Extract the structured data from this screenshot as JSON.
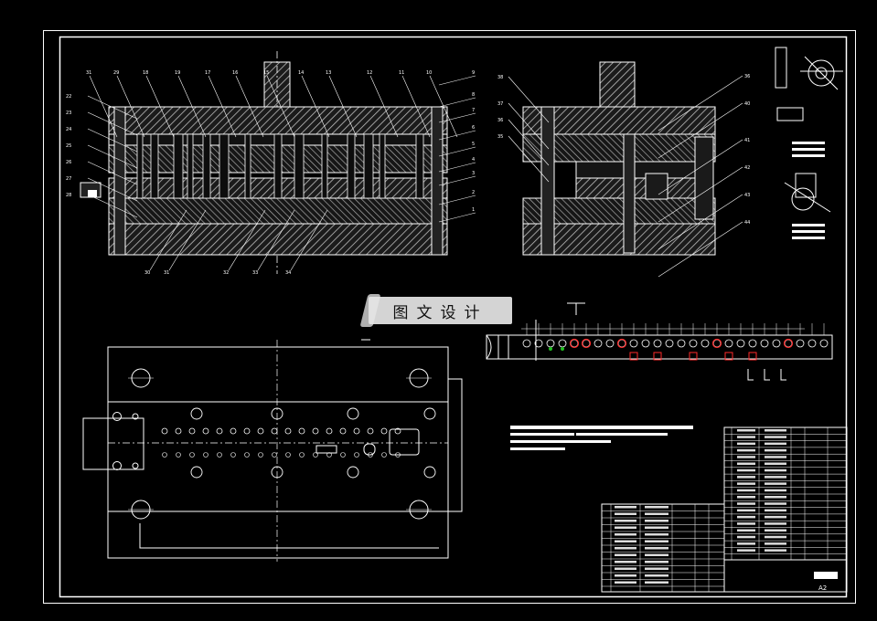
{
  "watermark": {
    "text": "图文设计"
  },
  "colors": {
    "background": "#000000",
    "line": "#ffffff",
    "hatch": "#cfcfcf",
    "highlight": "#ff2a2a",
    "accent_green": "#20c020"
  },
  "sheet": {
    "front_section_label": "main-section-view",
    "side_section_label": "side-section-view",
    "plan_label": "lower-die-plan-view",
    "strip_label": "strip-layout"
  },
  "balloons_left": [
    "31",
    "29",
    "18",
    "19",
    "17",
    "16",
    "15",
    "14",
    "13",
    "12",
    "11",
    "10",
    "9",
    "8",
    "7",
    "6",
    "5",
    "4",
    "3",
    "2",
    "1"
  ],
  "balloons_bottom": [
    "30",
    "31",
    "32",
    "33",
    "34"
  ],
  "balloons_right": [
    "36",
    "40",
    "41",
    "42",
    "43",
    "44"
  ],
  "balloons_side_left": [
    "38",
    "37",
    "36",
    "35"
  ],
  "balloons_far_left": [
    "22",
    "23",
    "24",
    "25",
    "26",
    "27",
    "28"
  ]
}
